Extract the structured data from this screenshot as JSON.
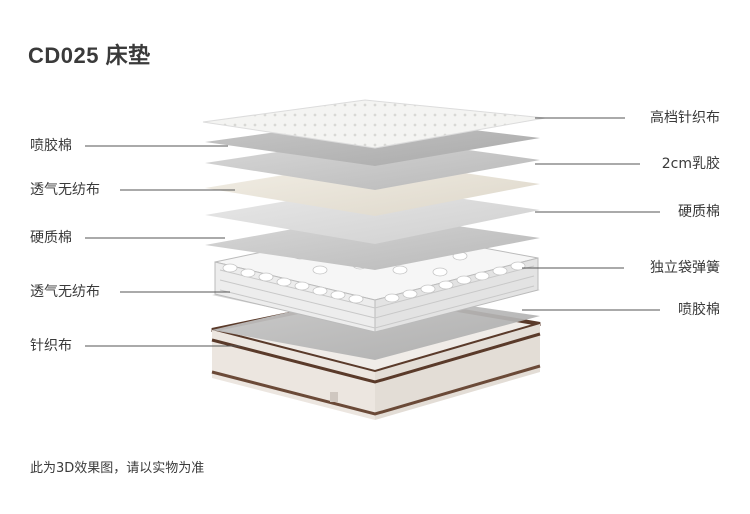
{
  "title": {
    "model": "CD025",
    "name": "床垫"
  },
  "layers_left": [
    "喷胶棉",
    "透气无纺布",
    "硬质棉",
    "透气无纺布",
    "针织布"
  ],
  "layers_right": [
    "高档针织布",
    "2cm乳胶",
    "硬质棉",
    "独立袋弹簧",
    "喷胶棉"
  ],
  "footer": "此为3D效果图，请以实物为准",
  "colors": {
    "text": "#3a3a3a",
    "border_brown": "#5a3a2a",
    "line": "#555555"
  }
}
